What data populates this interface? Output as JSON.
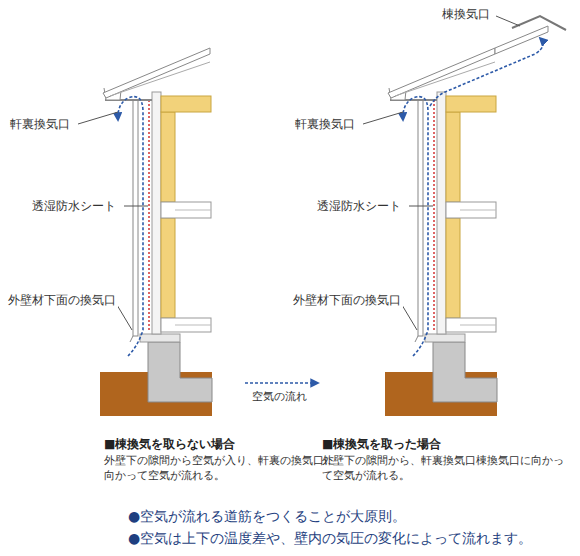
{
  "diagram": {
    "labels": [
      "軒裏換気口",
      "透湿防水シート",
      "外壁材下面の換気口",
      "軒裏換気口",
      "透湿防水シート",
      "外壁材下面の換気口",
      "棟換気口",
      "■棟換気を取らない場合",
      "外壁下の隙間から空気が入り、軒裏の換気口に向かって空気が流れる。",
      "■棟換気を取った場合",
      "外壁下の隙間から、軒裏換気口棟換気口に向かって空気が流れる。",
      "●空気が流れる道筋をつくることが大原則。",
      "●空気は上下の温度差や、壁内の気圧の変化によって流れます。"
    ],
    "legend": [
      {
        "text": "空気の流れ"
      }
    ]
  }
}
